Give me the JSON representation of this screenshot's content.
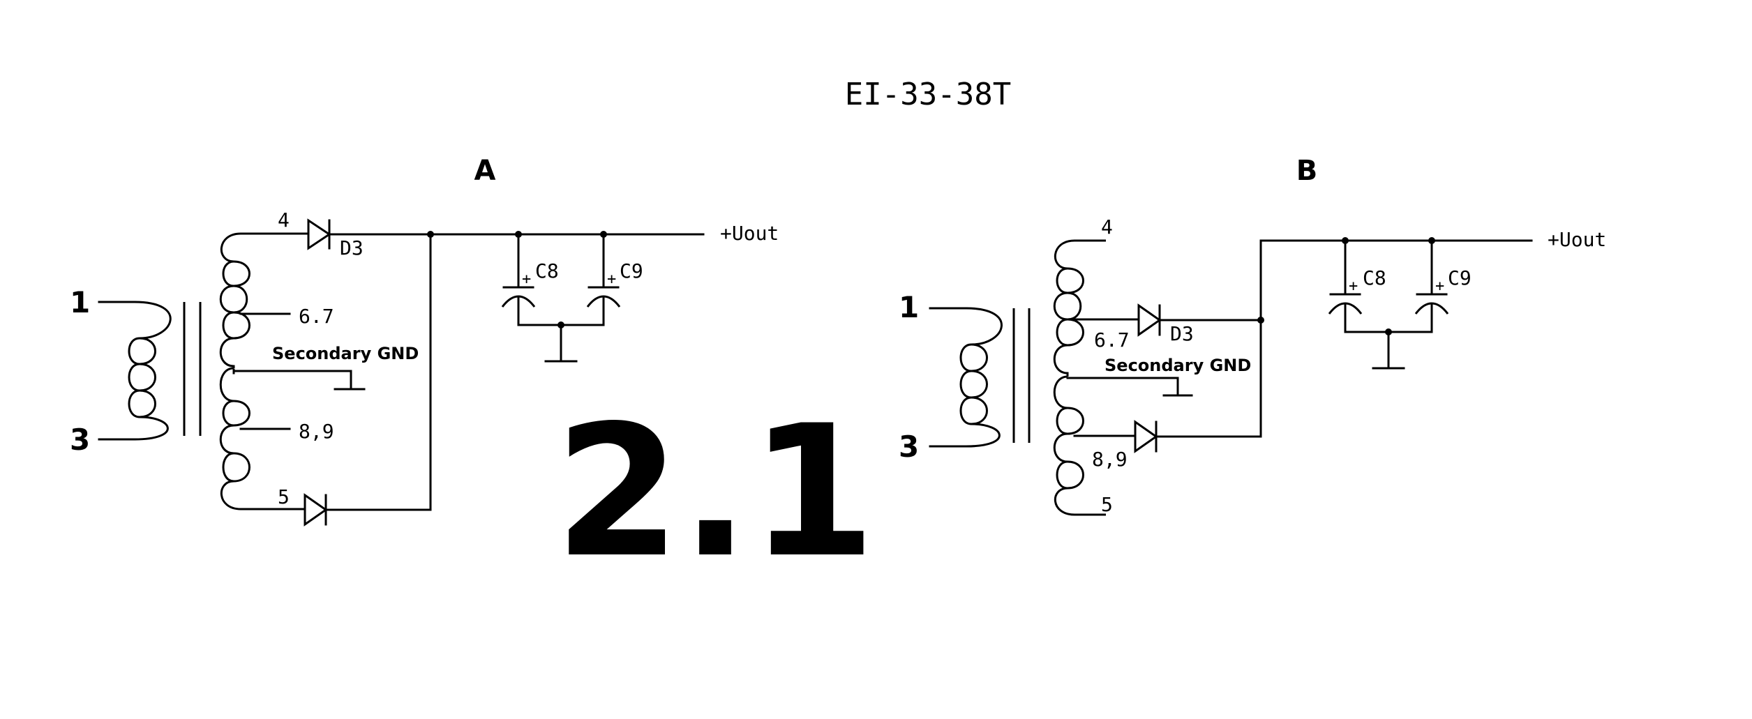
{
  "title": "EI-33-38T",
  "figure_number": "2.1",
  "variants": [
    {
      "name": "A",
      "primary_pins": [
        "1",
        "3"
      ],
      "taps": [
        "4",
        "6.7",
        "8,9",
        "5"
      ],
      "gnd_label": "Secondary GND",
      "diode_label": "D3",
      "capacitors": [
        "C8",
        "C9"
      ],
      "cap_polarity": [
        "+",
        "+"
      ],
      "output_label": "+Uout"
    },
    {
      "name": "B",
      "primary_pins": [
        "1",
        "3"
      ],
      "taps": [
        "4",
        "6.7",
        "8,9",
        "5"
      ],
      "gnd_label": "Secondary GND",
      "diode_label": "D3",
      "capacitors": [
        "C8",
        "C9"
      ],
      "cap_polarity": [
        "+",
        "+"
      ],
      "output_label": "+Uout"
    }
  ]
}
